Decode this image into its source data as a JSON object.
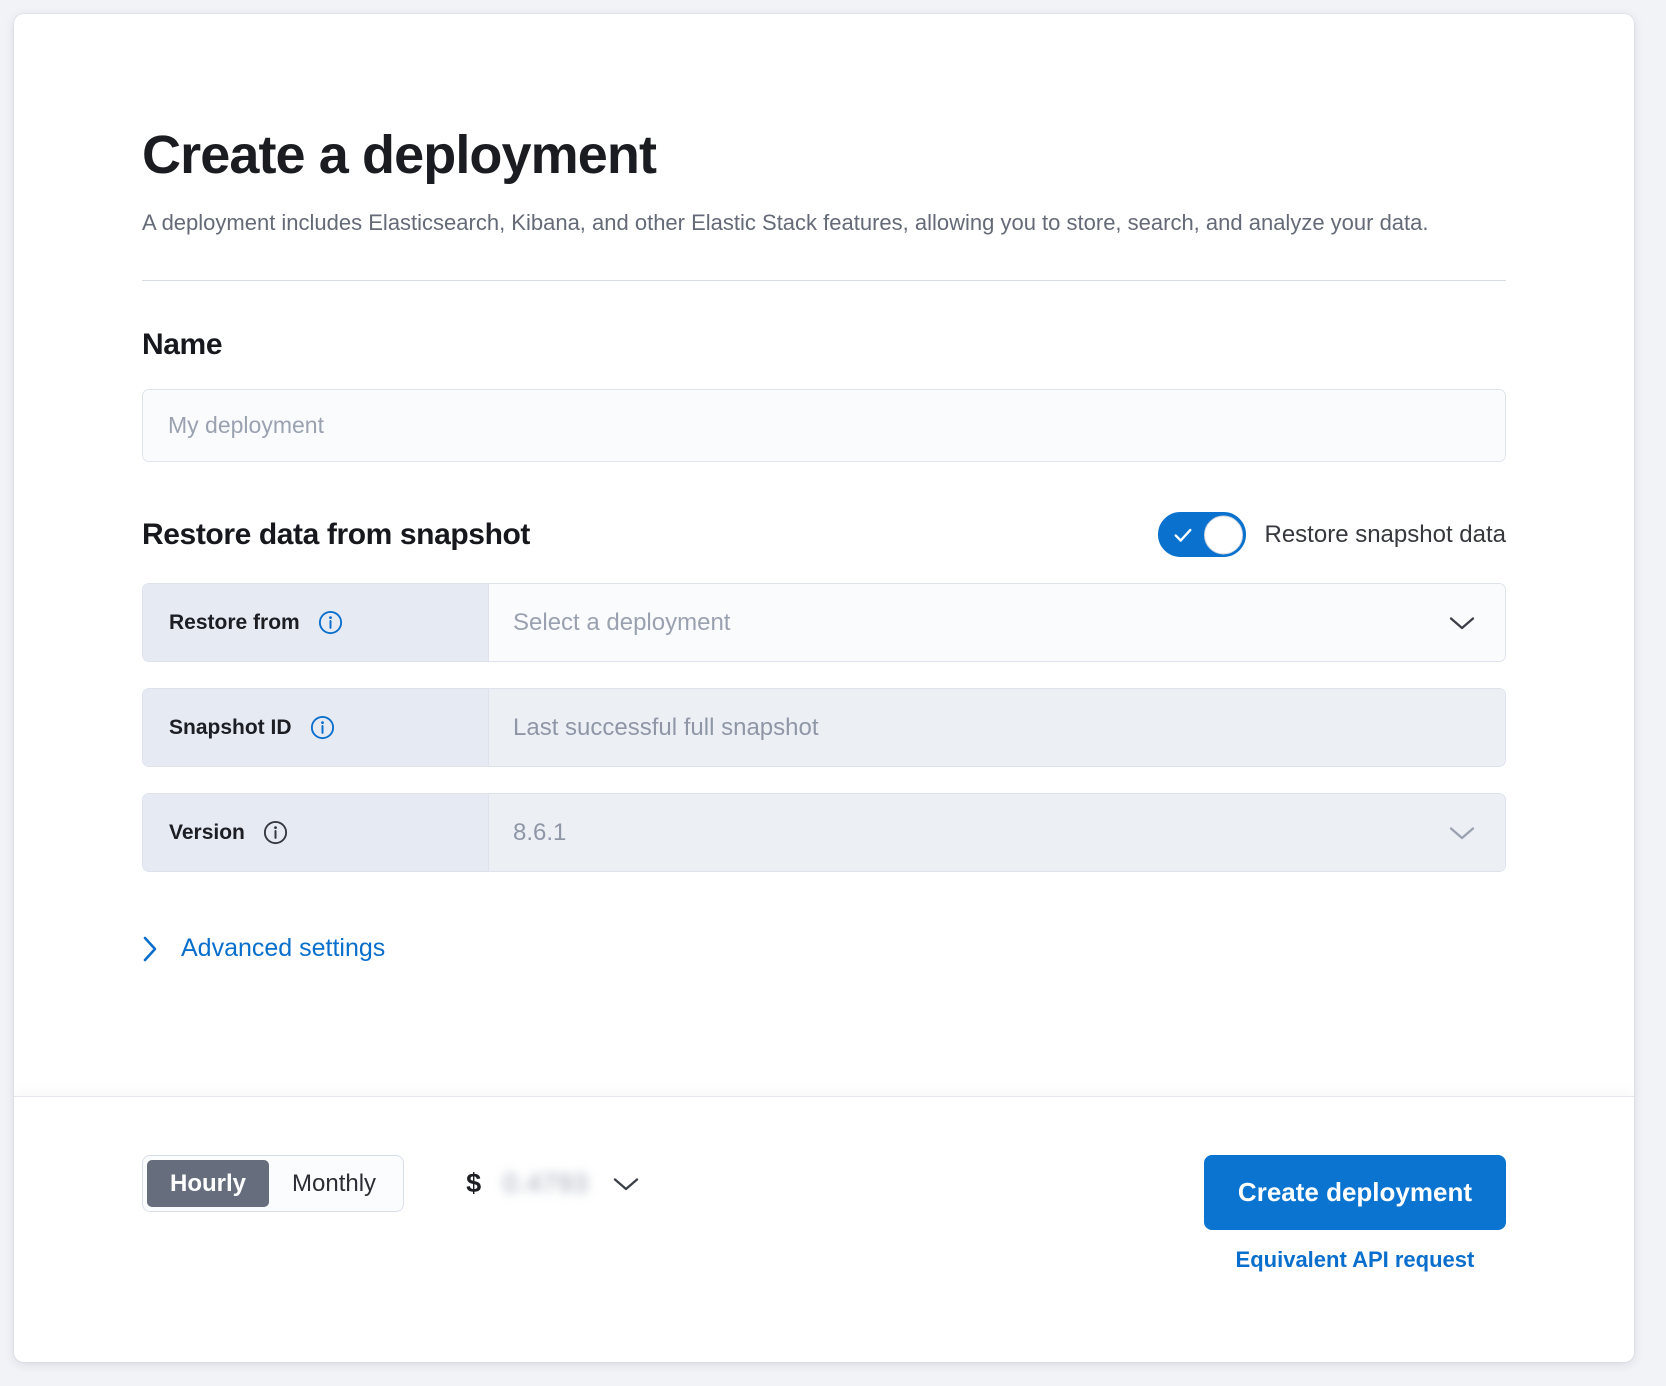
{
  "page": {
    "title": "Create a deployment",
    "subtitle": "A deployment includes Elasticsearch, Kibana, and other Elastic Stack features, allowing you to store, search, and analyze your data."
  },
  "name_section": {
    "heading": "Name",
    "input_placeholder": "My deployment",
    "input_value": ""
  },
  "restore_section": {
    "heading": "Restore data from snapshot",
    "toggle": {
      "label": "Restore snapshot data",
      "state": "on"
    },
    "rows": [
      {
        "label": "Restore from",
        "value": "Select a deployment",
        "is_placeholder": true,
        "control": "select",
        "disabled": false,
        "info_icon": "info-icon"
      },
      {
        "label": "Snapshot ID",
        "value": "Last successful full snapshot",
        "is_placeholder": true,
        "control": "text",
        "disabled": true,
        "info_icon": "info-icon"
      },
      {
        "label": "Version",
        "value": "8.6.1",
        "is_placeholder": false,
        "control": "select",
        "disabled": true,
        "info_icon": "info-icon"
      }
    ],
    "advanced_settings_label": "Advanced settings"
  },
  "footer": {
    "billing_options": [
      {
        "label": "Hourly",
        "selected": true
      },
      {
        "label": "Monthly",
        "selected": false
      }
    ],
    "price": {
      "currency_symbol": "$",
      "amount_redacted": "0.4793",
      "chevron": "chevron-down-icon"
    },
    "create_button_label": "Create deployment",
    "api_request_link_label": "Equivalent API request"
  },
  "colors": {
    "accent_blue": "#0a74d0",
    "link_blue": "#0a6fcc",
    "toggle_on": "#0a72ce",
    "segment_active": "#666e7e",
    "label_bg": "#e6eaf3",
    "field_bg": "#fafbfd",
    "disabled_bg": "#ecf0f5"
  }
}
